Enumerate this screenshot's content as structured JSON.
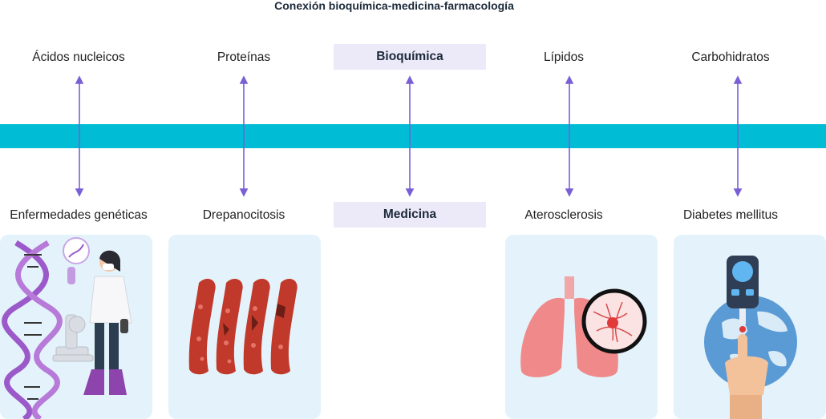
{
  "title": "Conexión bioquímica-medicina-farmacología",
  "colors": {
    "band": "#00bcd4",
    "arrow": "#7a5fd6",
    "highlight": "#ece9f9",
    "card": "#e4f3fb"
  },
  "columns": [
    {
      "top": "Ácidos nucleicos",
      "bottom": "Enfermedades genéticas",
      "image": "dna-scientist-illustration"
    },
    {
      "top": "Proteínas",
      "bottom": "Drepanocitosis",
      "image": "blood-vessels-illustration"
    },
    {
      "top": "Bioquímica",
      "bottom": "Medicina",
      "image": ""
    },
    {
      "top": "Lípidos",
      "bottom": "Aterosclerosis",
      "image": "lungs-artery-illustration"
    },
    {
      "top": "Carbohidratos",
      "bottom": "Diabetes mellitus",
      "image": "glucometer-globe-illustration"
    }
  ]
}
